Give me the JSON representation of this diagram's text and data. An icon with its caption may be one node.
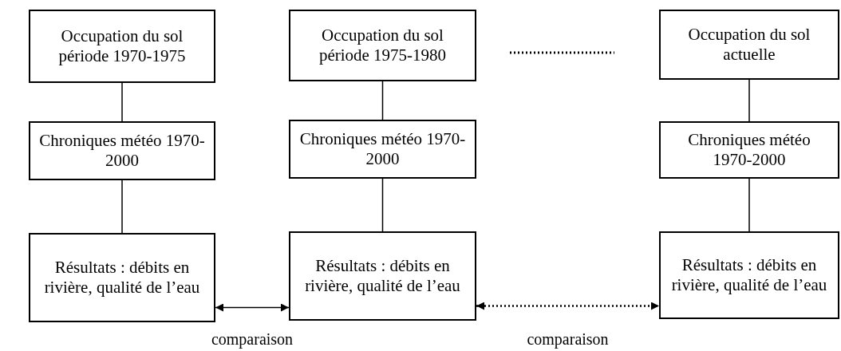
{
  "diagram": {
    "nodes": [
      {
        "text": [
          "Occupation du sol période 1970-1975"
        ]
      },
      {
        "text": [
          "Chroniques météo 1970-2000"
        ]
      },
      {
        "text": [
          "Résultats : débits en rivière, qualité de l’eau"
        ]
      },
      {
        "text": [
          "Occupation du sol période 1975-1980"
        ]
      },
      {
        "text": [
          "Chroniques météo 1970-2000"
        ]
      },
      {
        "text": [
          "Résultats : débits en rivière, qualité de l’eau"
        ]
      },
      {
        "text": [
          "Occupation du sol actuelle"
        ]
      },
      {
        "text": [
          "Chroniques météo 1970-2000"
        ]
      },
      {
        "text": [
          "Résultats : débits en rivière, qualité de l’eau"
        ]
      }
    ],
    "edges": [
      {
        "from": 0,
        "to": 1,
        "arrow": "none"
      },
      {
        "from": 1,
        "to": 2,
        "arrow": "none"
      },
      {
        "from": 3,
        "to": 4,
        "arrow": "none"
      },
      {
        "from": 4,
        "to": 5,
        "arrow": "none"
      },
      {
        "from": 6,
        "to": 7,
        "arrow": "none"
      },
      {
        "from": 7,
        "to": 8,
        "arrow": "none"
      },
      {
        "from": 2,
        "to": 5,
        "arrow": "both",
        "label": "comparaison"
      },
      {
        "from": 5,
        "to": 8,
        "arrow": "both",
        "label": "comparaison",
        "style": "dashed"
      }
    ]
  }
}
